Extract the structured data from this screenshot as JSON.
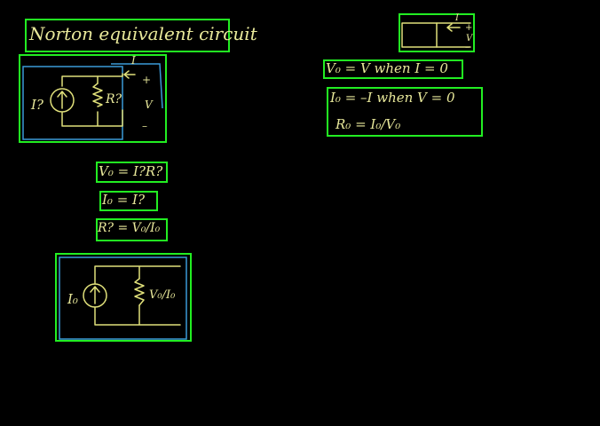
{
  "title": "Norton equivalent circuit",
  "colors": {
    "background": "#000000",
    "ink": "#e8e89a",
    "frame": "#3a9ad8",
    "highlight": "#22ee22"
  },
  "circuit1": {
    "current_label": "I?",
    "resistor_label": "R?",
    "terminal_current": "I",
    "plus": "+",
    "voltage": "V",
    "minus": "–"
  },
  "equations_left": {
    "eq1": "V₀ = I?R?",
    "eq2": "I₀ = I?",
    "eq3": "R? = V₀/I₀"
  },
  "circuit2": {
    "current_label": "I₀",
    "resistor_label": "V₀/I₀"
  },
  "black_box": {
    "terminal_current": "I",
    "plus": "+",
    "voltage": "V",
    "minus": "–"
  },
  "equations_right": {
    "voc": "V₀ = V  when I = 0",
    "isc": "I₀ = –I  when V = 0",
    "ro": "R₀ = I₀/V₀"
  }
}
